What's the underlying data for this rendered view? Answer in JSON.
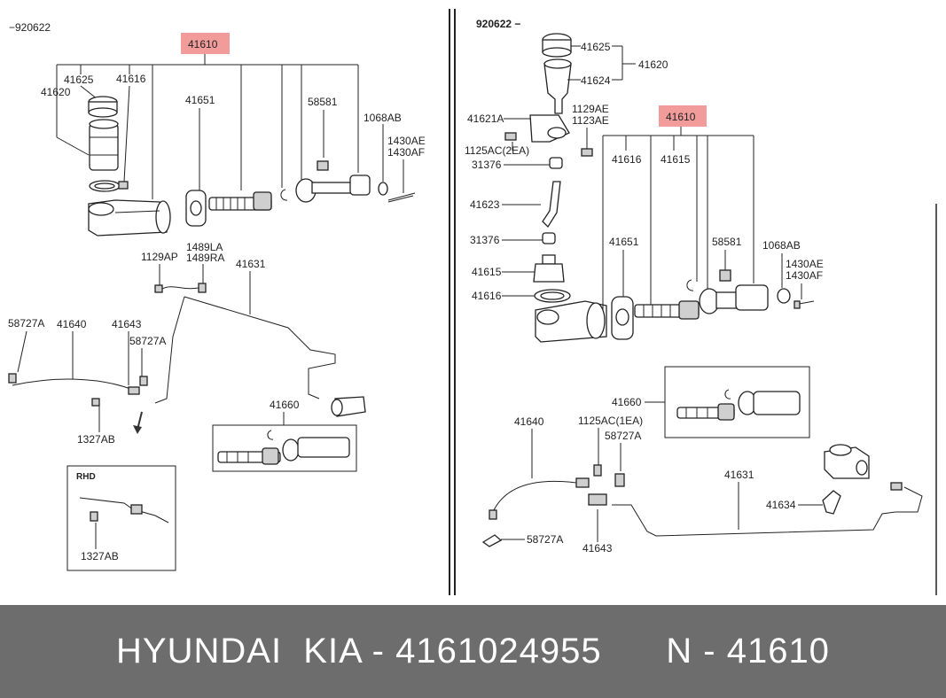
{
  "left_panel": {
    "date_code": "−920622",
    "highlight_label": "41610",
    "labels": {
      "l41625": "41625",
      "l41616": "41616",
      "l41620": "41620",
      "l41651": "41651",
      "l58581": "58581",
      "l1068ab": "1068AB",
      "l1430ae": "1430AE",
      "l1430af": "1430AF",
      "l1129ap": "1129AP",
      "l1489la": "1489LA",
      "l1489ra": "1489RA",
      "l41631": "41631",
      "l58727a_1": "58727A",
      "l41640": "41640",
      "l41643": "41643",
      "l58727a_2": "58727A",
      "l1327ab": "1327AB",
      "l41660": "41660"
    },
    "rhd_box": {
      "title": "RHD",
      "label": "1327AB"
    }
  },
  "right_panel": {
    "date_code": "920622 −",
    "highlight_label": "41610",
    "labels": {
      "r41625": "41625",
      "r41620": "41620",
      "r41624": "41624",
      "r41621a": "41621A",
      "r1129ae": "1129AE",
      "r1123ae": "1123AE",
      "r1125ac2ea": "1125AC(2EA)",
      "r31376_1": "31376",
      "r41616a": "41616",
      "r41615a": "41615",
      "r41623": "41623",
      "r31376_2": "31376",
      "r41651": "41651",
      "r58581": "58581",
      "r1068ab": "1068AB",
      "r41615b": "41615",
      "r1430ae": "1430AE",
      "r1430af": "1430AF",
      "r41616b": "41616",
      "r41660": "41660",
      "r41640": "41640",
      "r1125ac1ea": "1125AC(1EA)",
      "r58727a_1": "58727A",
      "r41631": "41631",
      "r41634": "41634",
      "r58727a_2": "58727A",
      "r41643": "41643"
    }
  },
  "footer": {
    "brand": "HYUNDAI  KIA - 4161024955",
    "part": "N - 41610"
  }
}
